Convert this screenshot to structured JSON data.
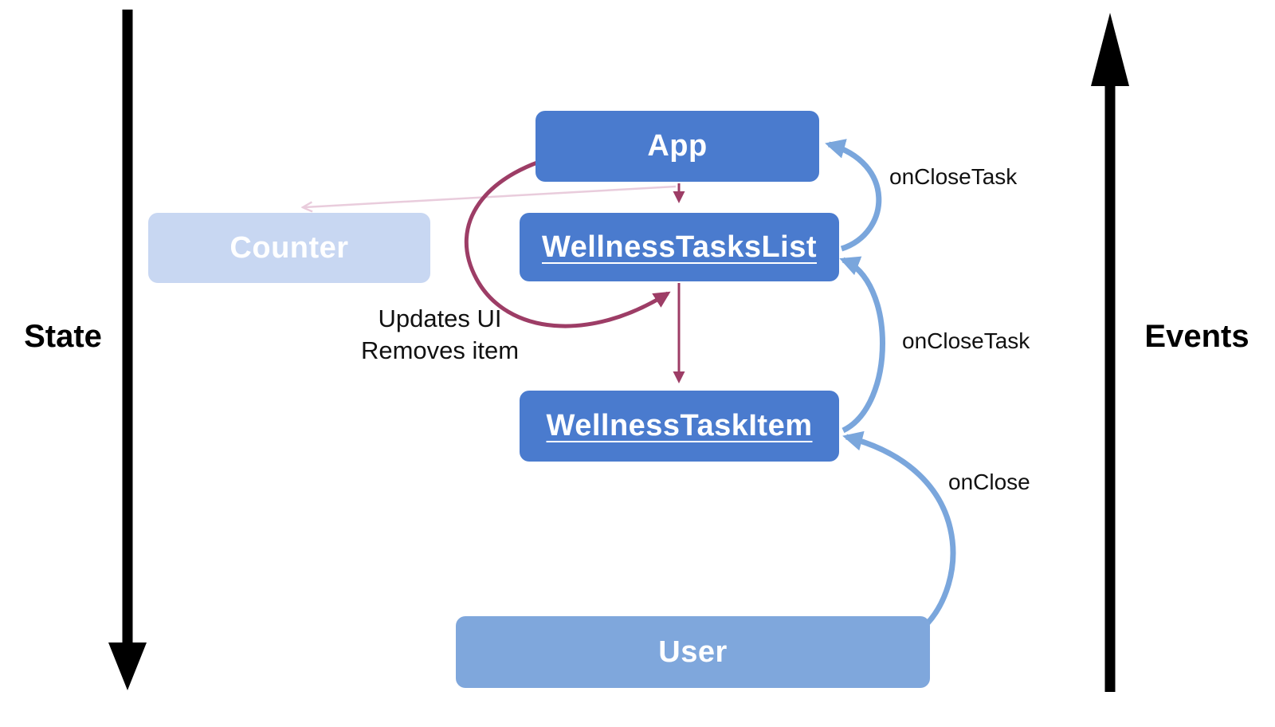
{
  "diagram": {
    "axes": {
      "state_label": "State",
      "events_label": "Events"
    },
    "nodes": {
      "app": {
        "label": "App"
      },
      "counter": {
        "label": "Counter"
      },
      "tasks_list": {
        "label": "WellnessTasksList"
      },
      "task_item": {
        "label": "WellnessTaskItem"
      },
      "user": {
        "label": "User"
      }
    },
    "edges": {
      "updates_ui_lines": [
        "Updates UI",
        "Removes item"
      ],
      "on_close_task_list_to_app": "onCloseTask",
      "on_close_task_item_to_list": "onCloseTask",
      "on_close_user_to_item": "onClose"
    },
    "colors": {
      "node_blue": "#4A7BCE",
      "node_counter_faded": "#C8D7F2",
      "node_user": "#7FA7DC",
      "state_flow_arrow": "#9D3D66",
      "state_flow_arrow_faded": "#E9CCDC",
      "event_flow_arrow": "#7AA6DC",
      "axis_arrow": "#000000"
    }
  }
}
